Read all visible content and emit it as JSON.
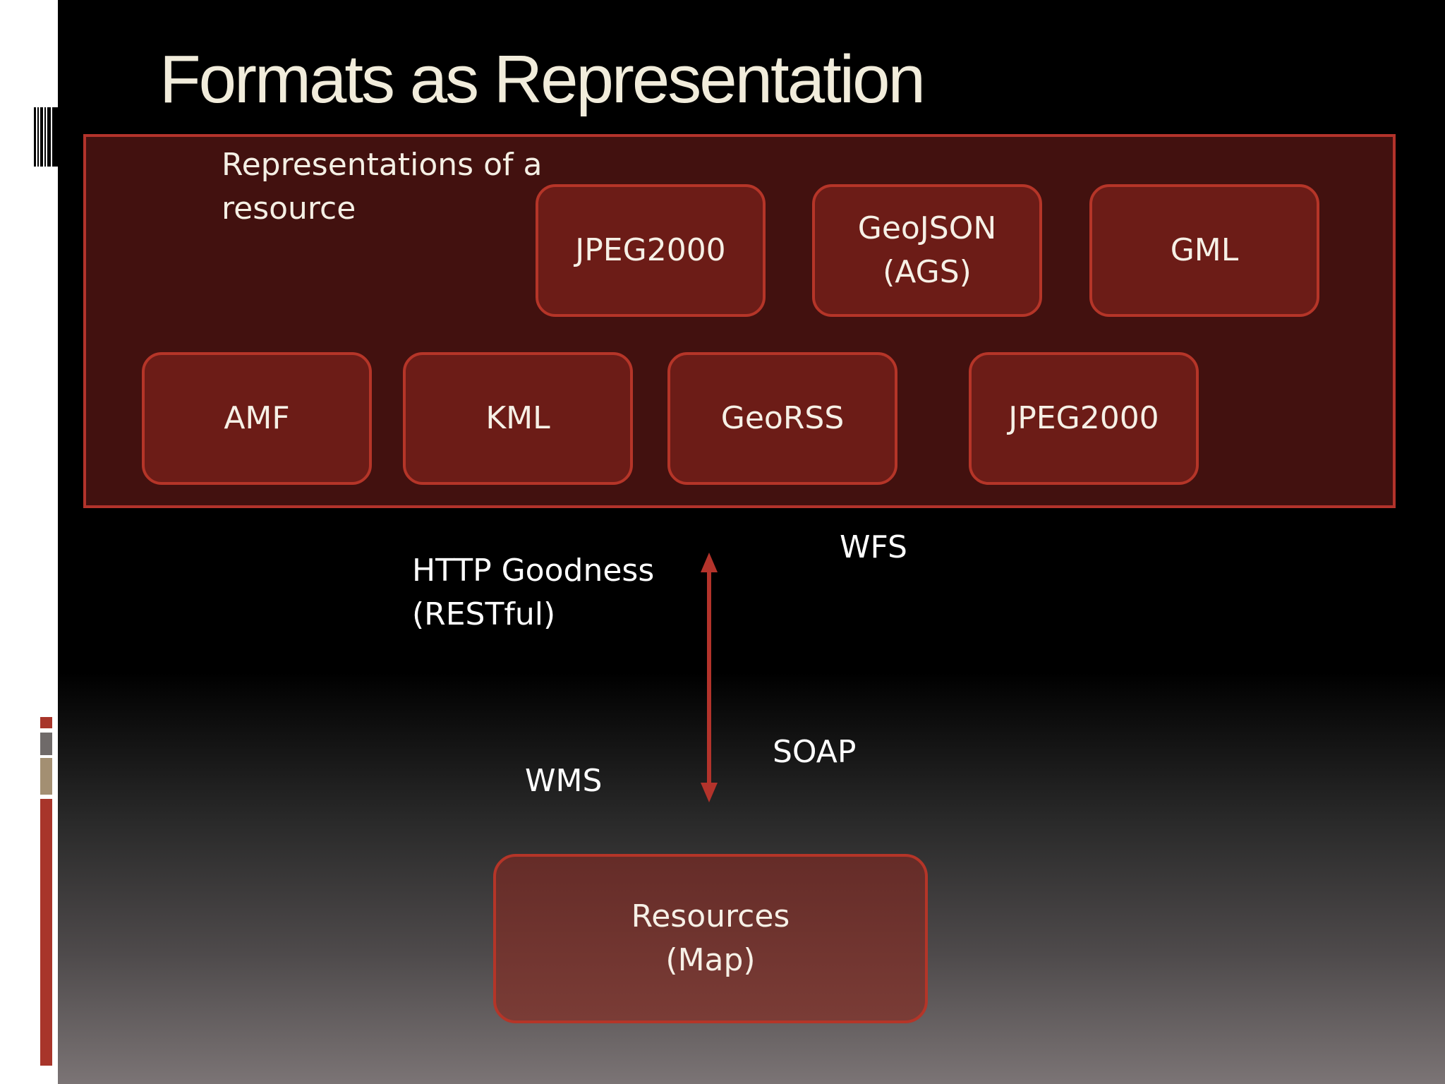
{
  "slide": {
    "title": "Formats as Representation"
  },
  "container": {
    "label": "Representations of  a resource"
  },
  "formats": {
    "row1": [
      "JPEG2000",
      "GeoJSON\n(AGS)",
      "GML"
    ],
    "row2": [
      "AMF",
      "KML",
      "GeoRSS",
      "JPEG2000"
    ]
  },
  "resources": {
    "label": "Resources\n(Map)"
  },
  "protocols": {
    "http": "HTTP Goodness\n (RESTful)",
    "wfs": "WFS",
    "soap": "SOAP",
    "wms": "WMS"
  },
  "colors": {
    "title_text": "#f1ecdb",
    "box_fill": "#6c1c17",
    "box_border": "#b53528",
    "container_fill": "#42110f",
    "arrow": "#b3332b",
    "deco_red": "#a8352a",
    "deco_gray": "#6f6a69",
    "deco_tan": "#a38f72"
  },
  "icons": {
    "arrow": "double-headed-vertical-arrow"
  }
}
